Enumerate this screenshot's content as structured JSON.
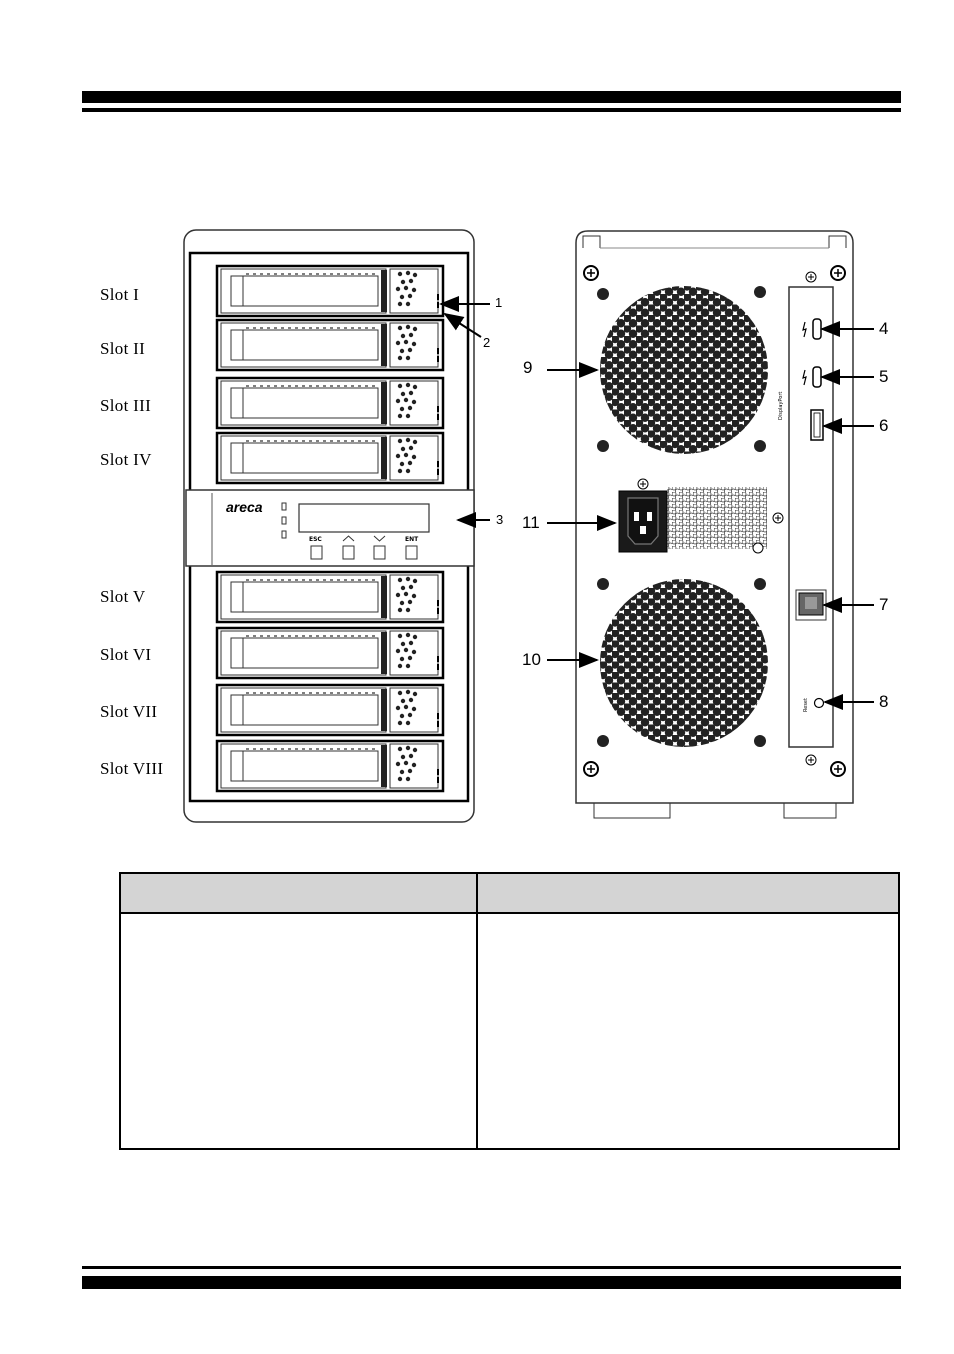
{
  "front_view": {
    "slots": [
      "Slot I",
      "Slot II",
      "Slot III",
      "Slot IV",
      "Slot V",
      "Slot VI",
      "Slot VII",
      "Slot VIII"
    ],
    "brand": "areca",
    "buttons": [
      "ESC",
      "",
      "",
      "ENT"
    ]
  },
  "callouts": {
    "c1": "1",
    "c2": "2",
    "c3": "3",
    "c4": "4",
    "c5": "5",
    "c6": "6",
    "c7": "7",
    "c8": "8",
    "c9": "9",
    "c10": "10",
    "c11": "11"
  },
  "rear_labels": {
    "displayport": "DisplayPort",
    "reset": "Reset"
  },
  "table": {
    "headers": [
      "",
      ""
    ],
    "rows": []
  }
}
